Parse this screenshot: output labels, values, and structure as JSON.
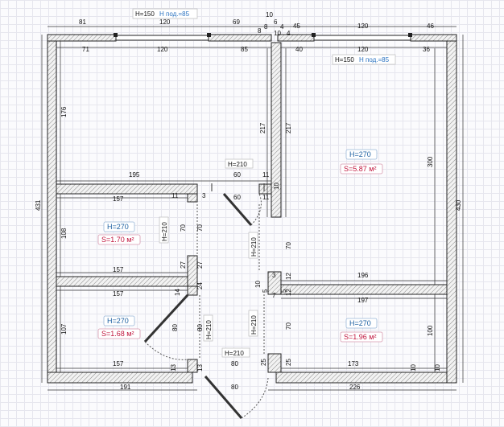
{
  "top_header": {
    "height_left": "H=150",
    "sill_left": "H под.=85",
    "height_right": "H=150",
    "sill_right": "H под.=85"
  },
  "dims_outer_top": {
    "a": "81",
    "b": "120",
    "c": "69",
    "d": "8",
    "e": "10",
    "f": "6",
    "g": "4",
    "h": "10",
    "i": "45",
    "j": "120",
    "k": "46",
    "l": "4",
    "m": "8"
  },
  "dims_inner_top": {
    "a": "71",
    "b": "120",
    "c": "85",
    "d": "40",
    "e": "120",
    "f": "36"
  },
  "dims_sides": {
    "left_total": "431",
    "right_total": "430",
    "left_room1": "176",
    "corridor_217a": "217",
    "corridor_217b": "217",
    "right_room_300": "300"
  },
  "room_main": {
    "height": "H=270",
    "area": "S=5.87 м²"
  },
  "room_mid": {
    "height": "H=270",
    "area": "S=1.70 м²"
  },
  "room_low_left": {
    "height": "H=270",
    "area": "S=1.68 м²"
  },
  "room_low_right": {
    "height": "H=270",
    "area": "S=1.96 м²"
  },
  "door_labels": {
    "d1": "H=210",
    "d2": "H=210",
    "d3": "H=210",
    "d4": "H=210",
    "d5": "H=210"
  },
  "dims_misc": {
    "n195": "195",
    "n60a": "60",
    "n11a": "11",
    "n10a": "10",
    "n11b": "11",
    "n157a": "157",
    "n11c": "11",
    "n3a": "3",
    "n60b": "60",
    "n108": "108",
    "n70a": "70",
    "n70b": "70",
    "n157b": "157",
    "n27a": "27",
    "n27b": "27",
    "n157c": "157",
    "n14": "14",
    "n24": "24",
    "n107": "107",
    "n80a": "80",
    "n80b": "80",
    "n157d": "157",
    "n13a": "13",
    "n13b": "13",
    "n80c": "80",
    "n80d": "80",
    "n70c": "70",
    "n12a": "12",
    "n3b": "3",
    "n196": "196",
    "n10b": "10",
    "n5a": "5",
    "n5b": "5",
    "n7": "7",
    "n12b": "12",
    "n197": "197",
    "n70d": "70",
    "n100": "100",
    "n25a": "25",
    "n25b": "25",
    "n173": "173",
    "n10c": "10",
    "n10d": "10",
    "n191": "191",
    "n226": "226"
  }
}
